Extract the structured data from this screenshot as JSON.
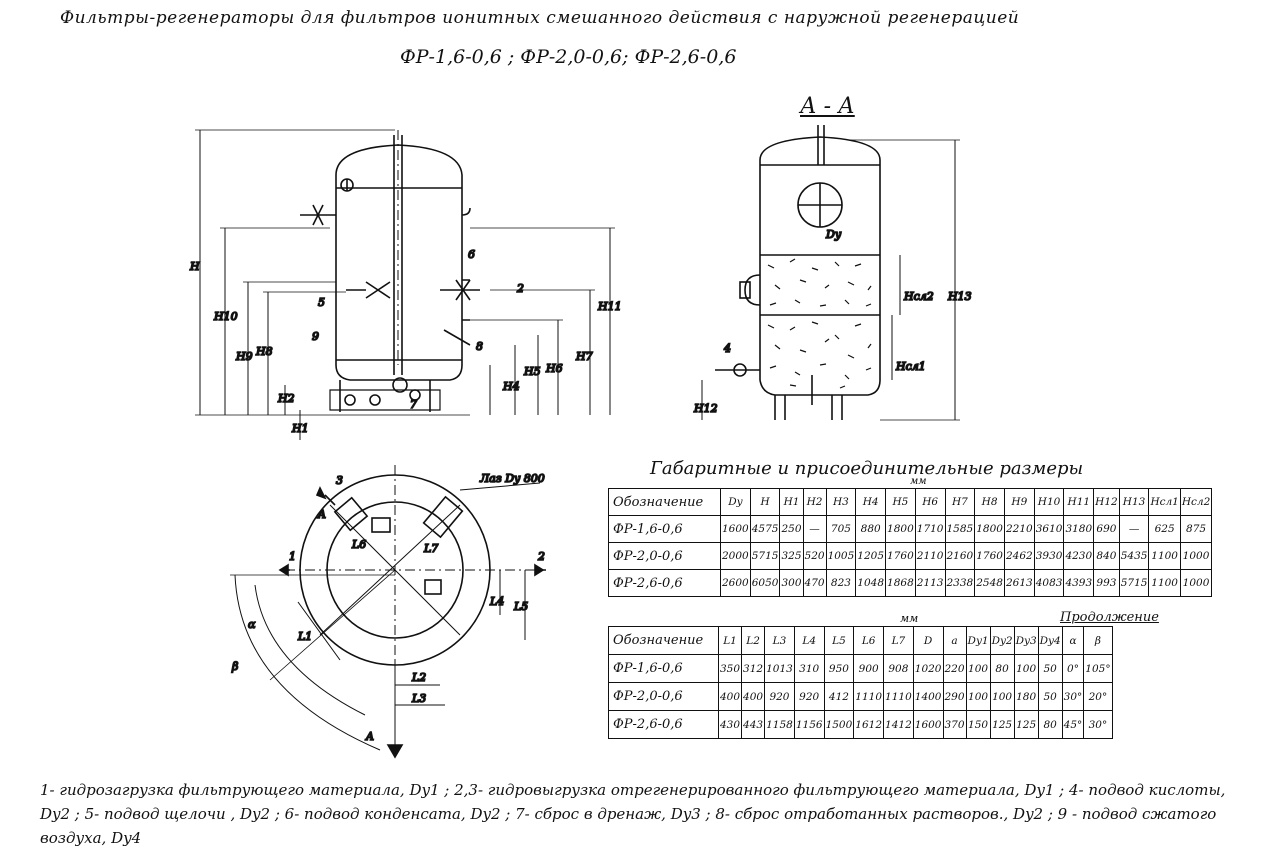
{
  "title": "Фильтры-регенераторы для фильтров ионитных смешанного действия с наружной регенерацией",
  "subtitle": "ФР-1,6-0,6 ;  ФР-2,0-0,6;  ФР-2,6-0,6",
  "section_label": "А - А",
  "drawing_labels": {
    "H": "H",
    "H10": "H10",
    "H9": "H9",
    "H8": "H8",
    "H2": "H2",
    "H1": "H1",
    "H11": "H11",
    "H7": "H7",
    "H6": "H6",
    "H5": "H5",
    "H4": "H4",
    "H13": "H13",
    "Hsl2": "Hсл2",
    "Hsl1": "Hсл1",
    "H12": "H12",
    "Dy": "Dy",
    "n1": "1",
    "n2": "2",
    "n3": "3",
    "n4": "4",
    "n5": "5",
    "n6": "6",
    "n7": "7",
    "n8": "8",
    "n9": "9",
    "manhole": "Лаз Dy 800",
    "A_top": "A",
    "A_bottom": "A",
    "L1": "L1",
    "L2": "L2",
    "L3": "L3",
    "L4": "L4",
    "L5": "L5",
    "L6": "L6",
    "L7": "L7",
    "alpha": "α",
    "beta": "β"
  },
  "table1": {
    "caption": "Габаритные и присоединительные размеры",
    "unit": "мм",
    "headers": [
      "Обозначение",
      "Dy",
      "H",
      "H1",
      "H2",
      "H3",
      "H4",
      "H5",
      "H6",
      "H7",
      "H8",
      "H9",
      "H10",
      "H11",
      "H12",
      "H13",
      "Hсл1",
      "Hсл2"
    ],
    "rows": [
      [
        "ФР-1,6-0,6",
        "1600",
        "4575",
        "250",
        "—",
        "705",
        "880",
        "1800",
        "1710",
        "1585",
        "1800",
        "2210",
        "3610",
        "3180",
        "690",
        "—",
        "625",
        "875"
      ],
      [
        "ФР-2,0-0,6",
        "2000",
        "5715",
        "325",
        "520",
        "1005",
        "1205",
        "1760",
        "2110",
        "2160",
        "1760",
        "2462",
        "3930",
        "4230",
        "840",
        "5435",
        "1100",
        "1000"
      ],
      [
        "ФР-2,6-0,6",
        "2600",
        "6050",
        "300",
        "470",
        "823",
        "1048",
        "1868",
        "2113",
        "2338",
        "2548",
        "2613",
        "4083",
        "4393",
        "993",
        "5715",
        "1100",
        "1000"
      ]
    ]
  },
  "table2": {
    "unit": "мм",
    "continuation": "Продолжение",
    "headers": [
      "Обозначение",
      "L1",
      "L2",
      "L3",
      "L4",
      "L5",
      "L6",
      "L7",
      "D",
      "a",
      "Dy1",
      "Dy2",
      "Dy3",
      "Dy4",
      "α",
      "β"
    ],
    "rows": [
      [
        "ФР-1,6-0,6",
        "350",
        "312",
        "1013",
        "310",
        "950",
        "900",
        "908",
        "1020",
        "220",
        "100",
        "80",
        "100",
        "50",
        "0°",
        "105°"
      ],
      [
        "ФР-2,0-0,6",
        "400",
        "400",
        "920",
        "920",
        "412",
        "1110",
        "1110",
        "1400",
        "290",
        "100",
        "100",
        "180",
        "50",
        "30°",
        "20°"
      ],
      [
        "ФР-2,6-0,6",
        "430",
        "443",
        "1158",
        "1156",
        "1500",
        "1612",
        "1412",
        "1600",
        "370",
        "150",
        "125",
        "125",
        "80",
        "45°",
        "30°"
      ]
    ]
  },
  "legend": "1- гидрозагрузка фильтрующего материала, Dy1 ;   2,3- гидровыгрузка отрегенерированного фильтрующего материала, Dy1 ;   4- подвод кислоты, Dy2 ;   5- подвод щелочи , Dy2 ; 6- подвод конденсата, Dy2 ;   7- сброс в дренаж, Dy3 ;   8- сброс отработанных растворов., Dy2 ;  9 - подвод сжатого воздуха, Dy4"
}
